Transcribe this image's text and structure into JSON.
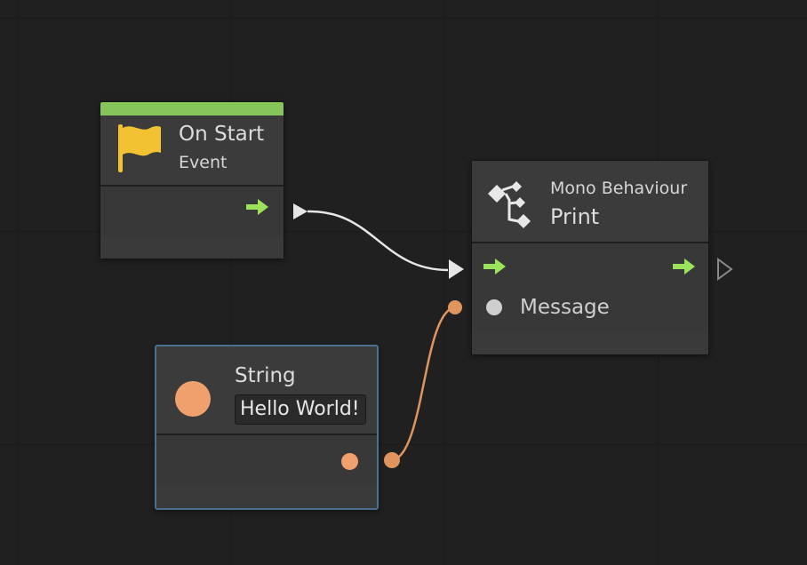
{
  "graph": {
    "nodes": {
      "on_start": {
        "title": "On Start",
        "subtitle": "Event",
        "icon": "flag-icon",
        "accent_color": "#86c55a"
      },
      "print": {
        "category": "Mono Behaviour",
        "title": "Print",
        "icon": "flow-graph-icon",
        "input_label": "Message"
      },
      "string": {
        "title": "String",
        "value": "Hello World!",
        "icon": "orange-circle-icon",
        "value_color": "#f0a06c"
      }
    },
    "colors": {
      "flow_arrow": "#9be35a",
      "flow_wire": "#e6e6e6",
      "data_wire": "#e0955f"
    }
  }
}
